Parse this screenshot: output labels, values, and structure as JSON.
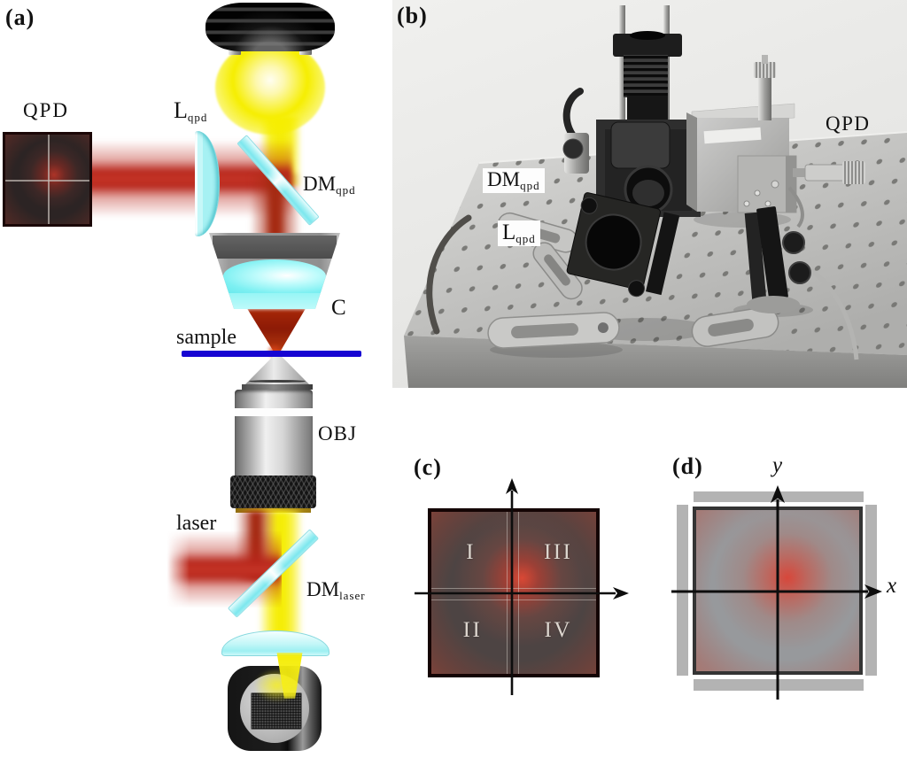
{
  "panels": {
    "a": {
      "tag": "(a)",
      "labels": {
        "qpd": "QPD",
        "lens_main": "L",
        "lens_sub": "qpd",
        "dm_main": "DM",
        "dm_sub": "qpd",
        "condenser": "C",
        "sample": "sample",
        "objective": "OBJ",
        "laser": "laser",
        "dm_laser_main": "DM",
        "dm_laser_sub": "laser"
      }
    },
    "b": {
      "tag": "(b)",
      "labels": {
        "dm_main": "DM",
        "dm_sub": "qpd",
        "lens_main": "L",
        "lens_sub": "qpd",
        "qpd": "QPD"
      }
    },
    "c": {
      "tag": "(c)",
      "quadrants": {
        "top_left": "I",
        "top_right": "III",
        "bottom_left": "II",
        "bottom_right": "IV"
      }
    },
    "d": {
      "tag": "(d)",
      "axes": {
        "x": "x",
        "y": "y"
      }
    }
  },
  "colors": {
    "laser_red": "#b8271c",
    "illumination_yellow": "#f5ed08",
    "optics_cyan": "#aef2f4",
    "sample_blue": "#1604d2",
    "qpd_dark": "#2c2424",
    "glow_red": "#c8392c",
    "electrode_gray": "#b3b3b3",
    "photo_background": "#e9e9e7"
  }
}
